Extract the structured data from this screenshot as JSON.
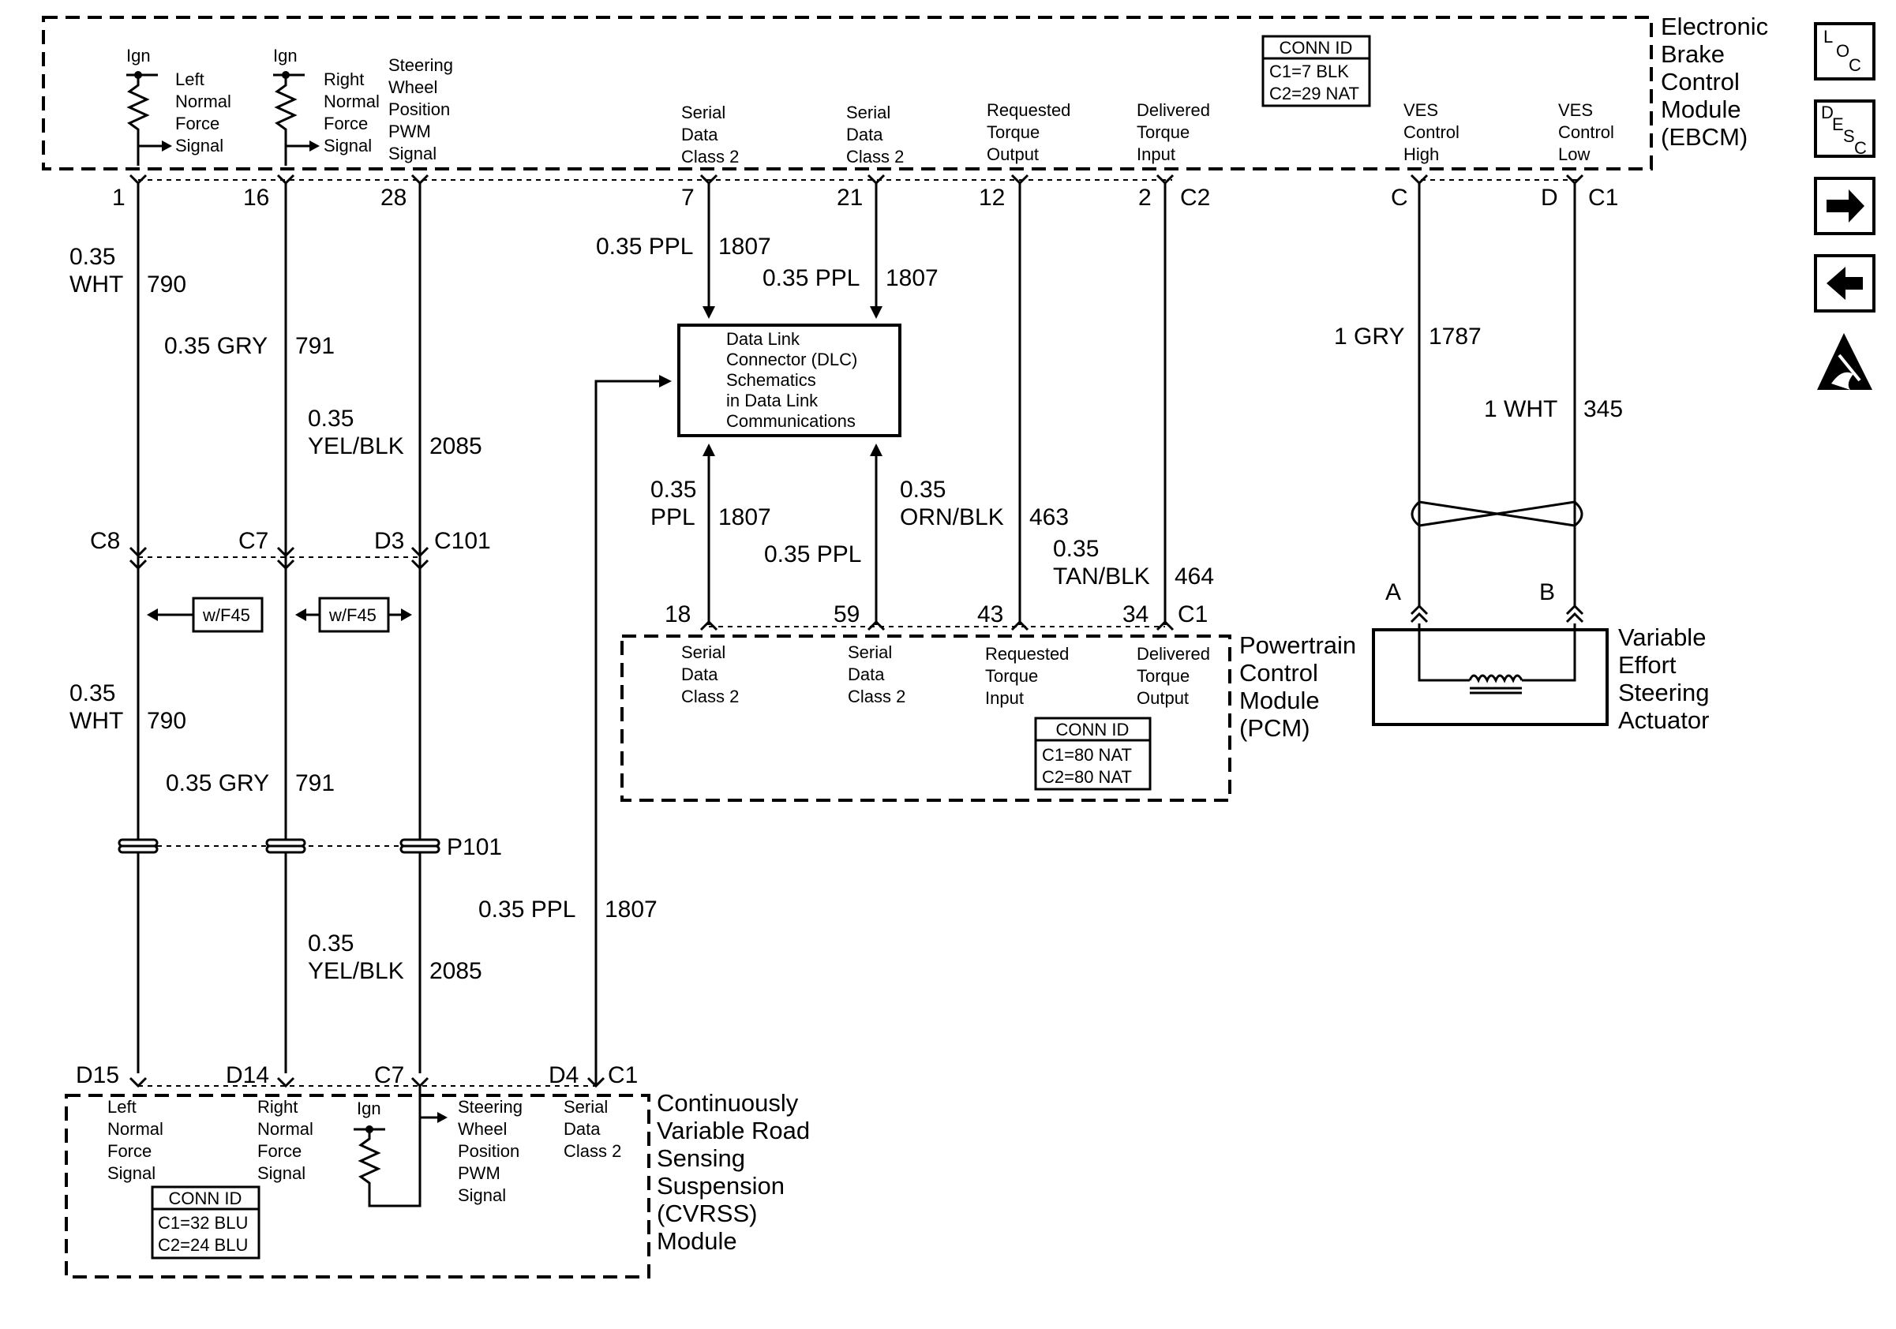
{
  "modules": {
    "ebcm": {
      "name": [
        "Electronic",
        "Brake",
        "Control",
        "Module",
        "(EBCM)"
      ],
      "conn_id": {
        "title": "CONN ID",
        "lines": [
          "C1=7 BLK",
          "C2=29 NAT"
        ]
      }
    },
    "pcm": {
      "name": [
        "Powertrain",
        "Control",
        "Module",
        "(PCM)"
      ],
      "conn_id": {
        "title": "CONN ID",
        "lines": [
          "C1=80 NAT",
          "C2=80 NAT"
        ]
      }
    },
    "cvrss": {
      "name": [
        "Continuously",
        "Variable Road",
        "Sensing",
        "Suspension",
        "(CVRSS)",
        "Module"
      ],
      "conn_id": {
        "title": "CONN ID",
        "lines": [
          "C1=32 BLU",
          "C2=24 BLU"
        ]
      }
    },
    "dlc": {
      "name": [
        "Data Link",
        "Connector (DLC)",
        "Schematics",
        "in Data Link",
        "Communications"
      ]
    },
    "actuator": {
      "name": [
        "Variable",
        "Effort",
        "Steering",
        "Actuator"
      ]
    }
  },
  "ebcm_signals": {
    "ign": "Ign",
    "left_normal_force": [
      "Left",
      "Normal",
      "Force",
      "Signal"
    ],
    "right_normal_force": [
      "Right",
      "Normal",
      "Force",
      "Signal"
    ],
    "steering_pwm": [
      "Steering",
      "Wheel",
      "Position",
      "PWM",
      "Signal"
    ],
    "serial_a": [
      "Serial",
      "Data",
      "Class 2"
    ],
    "serial_b": [
      "Serial",
      "Data",
      "Class 2"
    ],
    "requested_torque_output": [
      "Requested",
      "Torque",
      "Output"
    ],
    "delivered_torque_input": [
      "Delivered",
      "Torque",
      "Input"
    ],
    "ves_high": [
      "VES",
      "Control",
      "High"
    ],
    "ves_low": [
      "VES",
      "Control",
      "Low"
    ]
  },
  "pcm_signals": {
    "serial_a": [
      "Serial",
      "Data",
      "Class 2"
    ],
    "serial_b": [
      "Serial",
      "Data",
      "Class 2"
    ],
    "requested_torque_input": [
      "Requested",
      "Torque",
      "Input"
    ],
    "delivered_torque_output": [
      "Delivered",
      "Torque",
      "Output"
    ]
  },
  "cvrss_signals": {
    "ign": "Ign",
    "left_normal_force": [
      "Left",
      "Normal",
      "Force",
      "Signal"
    ],
    "right_normal_force": [
      "Right",
      "Normal",
      "Force",
      "Signal"
    ],
    "steering_pwm": [
      "Steering",
      "Wheel",
      "Position",
      "PWM",
      "Signal"
    ],
    "serial": [
      "Serial",
      "Data",
      "Class 2"
    ]
  },
  "pins": {
    "ebcm_1": "1",
    "ebcm_16": "16",
    "ebcm_28": "28",
    "ebcm_7": "7",
    "ebcm_21": "21",
    "ebcm_12": "12",
    "ebcm_2": "2",
    "ebcm_c2": "C2",
    "ebcm_c": "C",
    "ebcm_d": "D",
    "ebcm_c1": "C1",
    "c101_c8": "C8",
    "c101_c7": "C7",
    "c101_d3": "D3",
    "c101": "C101",
    "p101": "P101",
    "pcm_18": "18",
    "pcm_59": "59",
    "pcm_43": "43",
    "pcm_34": "34",
    "pcm_c1": "C1",
    "act_a": "A",
    "act_b": "B",
    "cvrss_d15": "D15",
    "cvrss_d14": "D14",
    "cvrss_c7": "C7",
    "cvrss_d4": "D4",
    "cvrss_c1": "C1"
  },
  "wires": {
    "w790_top": {
      "size": "0.35",
      "color": "WHT",
      "circuit": "790"
    },
    "w791_top": {
      "label": "0.35 GRY",
      "circuit": "791"
    },
    "w2085_top": {
      "size": "0.35",
      "color": "YEL/BLK",
      "circuit": "2085"
    },
    "w790_bot": {
      "size": "0.35",
      "color": "WHT",
      "circuit": "790"
    },
    "w791_bot": {
      "label": "0.35 GRY",
      "circuit": "791"
    },
    "w2085_bot": {
      "size": "0.35",
      "color": "YEL/BLK",
      "circuit": "2085"
    },
    "w1807_a": {
      "label": "0.35 PPL",
      "circuit": "1807"
    },
    "w1807_b": {
      "label": "0.35 PPL",
      "circuit": "1807"
    },
    "w1807_c": {
      "size": "0.35",
      "color": "PPL",
      "circuit": "1807"
    },
    "w1807_d": {
      "label": "0.35 PPL"
    },
    "w463": {
      "size": "0.35",
      "color": "ORN/BLK",
      "circuit": "463"
    },
    "w464": {
      "size": "0.35",
      "color": "TAN/BLK",
      "circuit": "464"
    },
    "w1787": {
      "label": "1 GRY",
      "circuit": "1787"
    },
    "w345": {
      "label": "1 WHT",
      "circuit": "345"
    },
    "w1807_cvrss": {
      "label": "0.35 PPL",
      "circuit": "1807"
    }
  },
  "option_tags": [
    "w/F45",
    "w/F45"
  ],
  "side_icons": {
    "loc": {
      "letters": [
        "L",
        "O",
        "C"
      ]
    },
    "desc": {
      "letters": [
        "D",
        "E",
        "S",
        "C"
      ]
    },
    "next": {
      "icon": "arrow-right-icon"
    },
    "prev": {
      "icon": "arrow-left-icon"
    },
    "esd": {
      "icon": "esd-warning-icon"
    }
  }
}
